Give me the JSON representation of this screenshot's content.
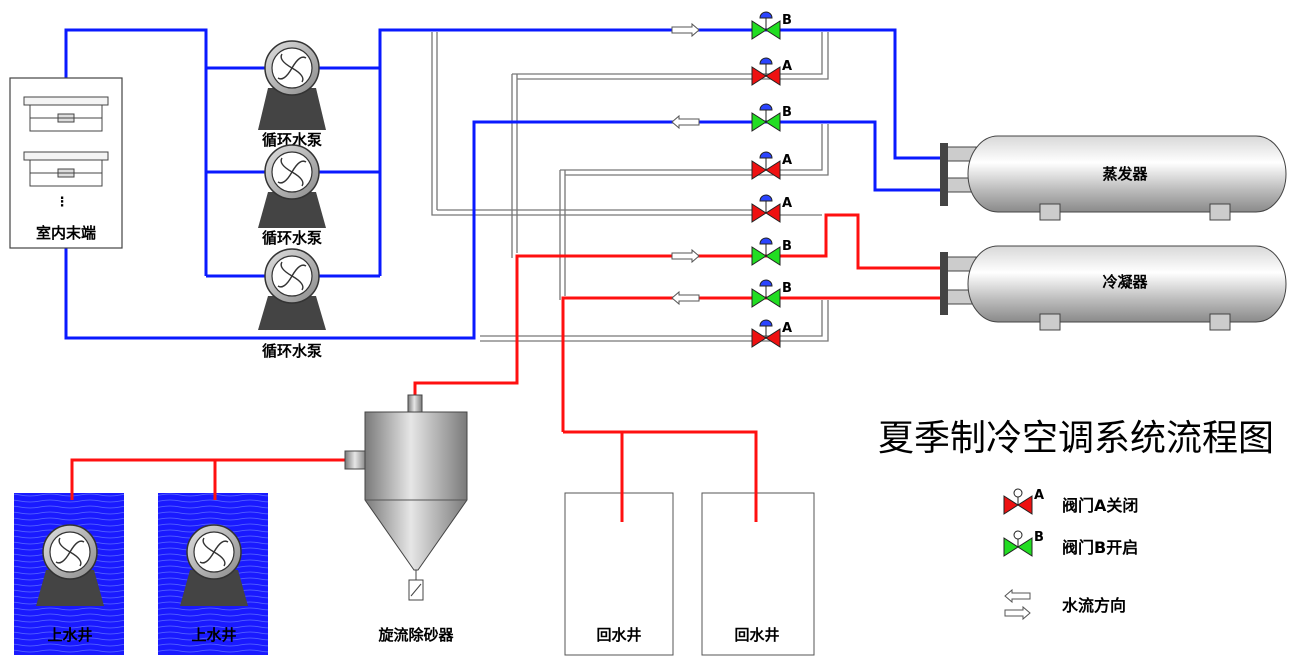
{
  "title": "夏季制冷空调系统流程图",
  "labels": {
    "indoor_terminal": "室内末端",
    "pump1": "循环水泵",
    "pump2": "循环水泵",
    "pump3": "循环水泵",
    "evaporator": "蒸发器",
    "condenser": "冷凝器",
    "separator": "旋流除砂器",
    "supply_well_1": "上水井",
    "supply_well_2": "上水井",
    "return_well_1": "回水井",
    "return_well_2": "回水井",
    "dots": "⋮"
  },
  "valves": [
    {
      "type": "B",
      "state": "open"
    },
    {
      "type": "A",
      "state": "closed"
    },
    {
      "type": "B",
      "state": "open"
    },
    {
      "type": "A",
      "state": "closed"
    },
    {
      "type": "A",
      "state": "closed"
    },
    {
      "type": "B",
      "state": "open"
    },
    {
      "type": "B",
      "state": "open"
    },
    {
      "type": "A",
      "state": "closed"
    }
  ],
  "legend": {
    "valve_a_letter": "A",
    "valve_a": "阀门A关闭",
    "valve_b_letter": "B",
    "valve_b": "阀门B开启",
    "flow": "水流方向"
  },
  "colors": {
    "chilled_pipe": "#0a1aff",
    "cooling_pipe": "#ff1010",
    "idle_pipe": "#777777",
    "valve_open": "#22dd22",
    "valve_closed": "#ee1111",
    "well_water": "#1a1aff"
  }
}
